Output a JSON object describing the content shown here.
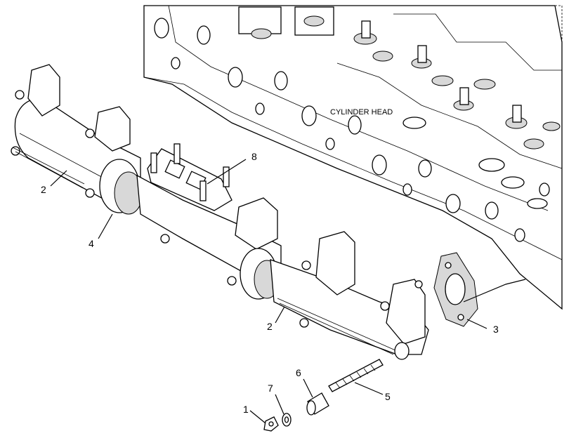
{
  "diagram": {
    "component_label": "CYLINDER HEAD",
    "callouts": [
      {
        "id": "callout-1",
        "text": "1"
      },
      {
        "id": "callout-2-upper",
        "text": "2"
      },
      {
        "id": "callout-2-lower",
        "text": "2"
      },
      {
        "id": "callout-3",
        "text": "3"
      },
      {
        "id": "callout-4",
        "text": "4"
      },
      {
        "id": "callout-5",
        "text": "5"
      },
      {
        "id": "callout-6",
        "text": "6"
      },
      {
        "id": "callout-7",
        "text": "7"
      },
      {
        "id": "callout-8",
        "text": "8"
      }
    ]
  }
}
